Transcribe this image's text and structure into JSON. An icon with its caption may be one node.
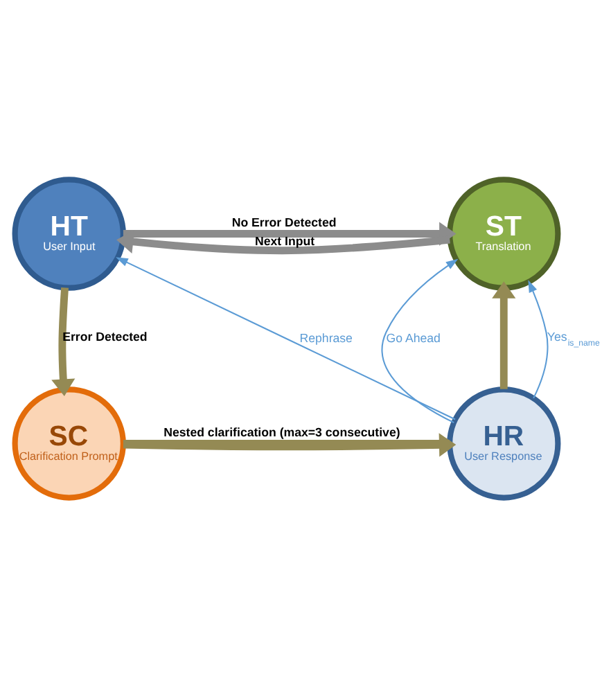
{
  "diagram": {
    "nodes": [
      {
        "text": [
          "HT",
          "User Input"
        ]
      },
      {
        "text": [
          "ST",
          "Translation"
        ]
      },
      {
        "text": [
          "SC",
          "Clarification Prompt"
        ]
      },
      {
        "text": [
          "HR",
          "User Response"
        ]
      }
    ],
    "edges": [
      {
        "from": 1,
        "to": 0,
        "arrow": "to",
        "label": "Next Input",
        "color": "#8c8c8c"
      },
      {
        "from": 0,
        "to": 1,
        "arrow": "to",
        "label": "No Error Detected",
        "color": "#8c8c8c"
      },
      {
        "from": 0,
        "to": 2,
        "arrow": "to",
        "label": "Error Detected"
      },
      {
        "from": 2,
        "to": 3,
        "arrow": "to"
      },
      {
        "from": 3,
        "to": 0,
        "arrow": "to",
        "label": "Rephrase",
        "color": "#5b9bd5"
      },
      {
        "from": 3,
        "to": 1,
        "arrow": "to",
        "label": "Go Ahead",
        "color": "#5b9bd5"
      },
      {
        "from": 3,
        "to": 1,
        "arrow": "to"
      },
      {
        "from": 3,
        "to": 1,
        "arrow": "to",
        "label": "Yes$_{is_name}$",
        "color": "#5b9bd5"
      },
      {
        "from": 3,
        "to": 2,
        "arrow": "none",
        "label": "Nested clarification (max=3 consecutive)"
      }
    ]
  }
}
